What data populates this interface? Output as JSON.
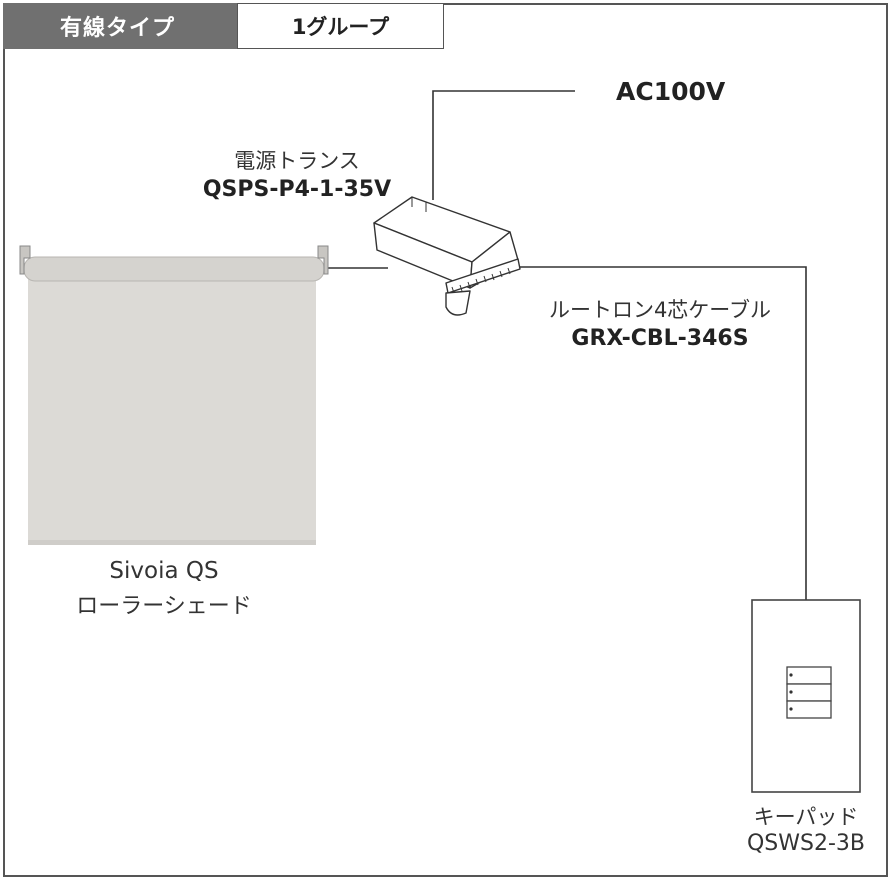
{
  "header": {
    "type_label": "有線タイプ",
    "group_label": "1グループ"
  },
  "power": {
    "label": "AC100V"
  },
  "transformer": {
    "name": "電源トランス",
    "model": "QSPS-P4-1-35V"
  },
  "cable": {
    "name": "ルートロン4芯ケーブル",
    "model": "GRX-CBL-346S"
  },
  "shade": {
    "name_line1": "Sivoia QS",
    "name_line2": "ローラーシェード"
  },
  "keypad": {
    "name": "キーパッド",
    "model": "QSWS2-3B",
    "button_count": 3
  }
}
